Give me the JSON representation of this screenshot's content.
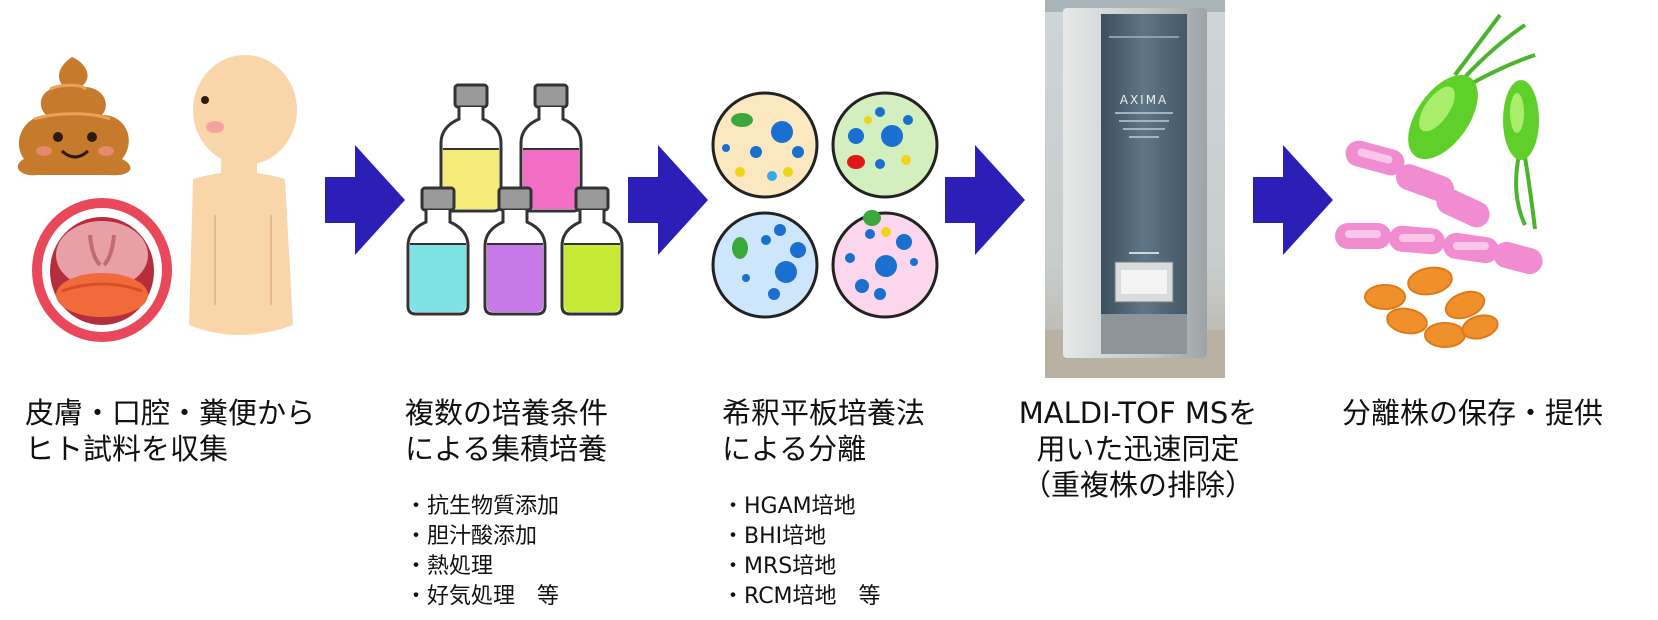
{
  "steps": [
    {
      "caption": [
        "皮膚・口腔・糞便から",
        "ヒト試料を収集"
      ],
      "bullets": []
    },
    {
      "caption": [
        "複数の培養条件",
        "による集積培養"
      ],
      "bullets": [
        "・抗生物質添加",
        "・胆汁酸添加",
        "・熱処理",
        "・好気処理　等"
      ]
    },
    {
      "caption": [
        "希釈平板培養法",
        "による分離"
      ],
      "bullets": [
        "・HGAM培地",
        "・BHI培地",
        "・MRS培地",
        "・RCM培地　等"
      ]
    },
    {
      "caption": [
        "MALDI-TOF MSを",
        "用いた迅速同定",
        "（重複株の排除）"
      ],
      "bullets": []
    },
    {
      "caption": [
        "分離株の保存・提供"
      ],
      "bullets": []
    }
  ],
  "instrument": {
    "brand": "AXIMA"
  },
  "colors": {
    "arrow": "#2b1fb8",
    "skin": "#f8d4a8",
    "poop": "#c87a2a",
    "medium_yellow": "#f5ec78",
    "medium_pink": "#f26dc4",
    "medium_cyan": "#7fe3e5",
    "medium_purple": "#c77ae8",
    "medium_green": "#c6ea36"
  }
}
